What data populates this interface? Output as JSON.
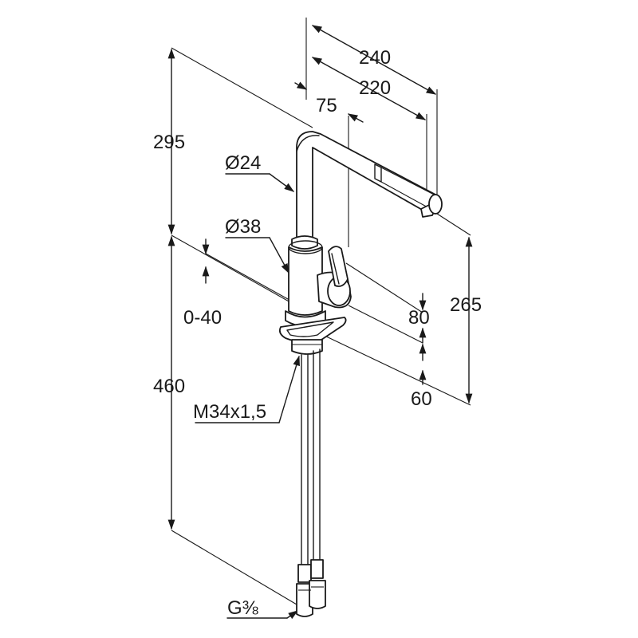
{
  "drawing": {
    "dimensions": {
      "spout_reach_total": "240",
      "spout_reach": "220",
      "lever_offset": "75",
      "spout_diameter": "Ø24",
      "body_diameter": "Ø38",
      "spout_height": "295",
      "outlet_height": "265",
      "lever_height": "80",
      "deck_thickness": "0-40",
      "base_height": "60",
      "hose_length": "460",
      "thread": "M34x1,5",
      "connection": "G⅜"
    }
  }
}
